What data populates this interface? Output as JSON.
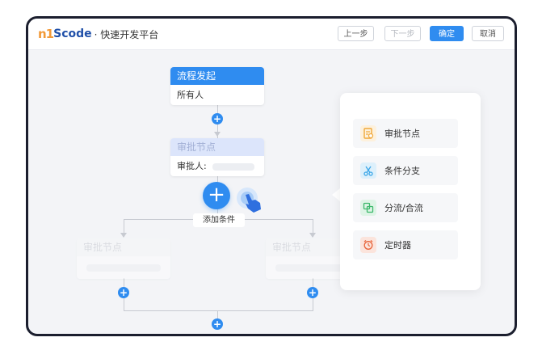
{
  "logo": {
    "mark": "n1",
    "word": "Scode",
    "subtitle": "· 快速开发平台"
  },
  "toolbar": {
    "prev": "上一步",
    "next": "下一步",
    "confirm": "确定",
    "cancel": "取消"
  },
  "flow": {
    "start": {
      "title": "流程发起",
      "body": "所有人"
    },
    "approve_main": {
      "title": "审批节点",
      "body": "审批人:"
    },
    "add_condition": "添加条件",
    "left_branch": {
      "title": "审批节点"
    },
    "right_branch": {
      "title": "审批节点"
    }
  },
  "menu": {
    "items": [
      {
        "label": "审批节点",
        "icon": "approval-doc-icon",
        "color": "#f0a83a"
      },
      {
        "label": "条件分支",
        "icon": "scissors-icon",
        "color": "#3aa6e8"
      },
      {
        "label": "分流/合流",
        "icon": "merge-icon",
        "color": "#3bb86a"
      },
      {
        "label": "定时器",
        "icon": "alarm-clock-icon",
        "color": "#e8643a"
      }
    ]
  },
  "colors": {
    "primary": "#2f8cf0",
    "frame": "#1b1e2e",
    "canvas": "#f3f4f7"
  }
}
